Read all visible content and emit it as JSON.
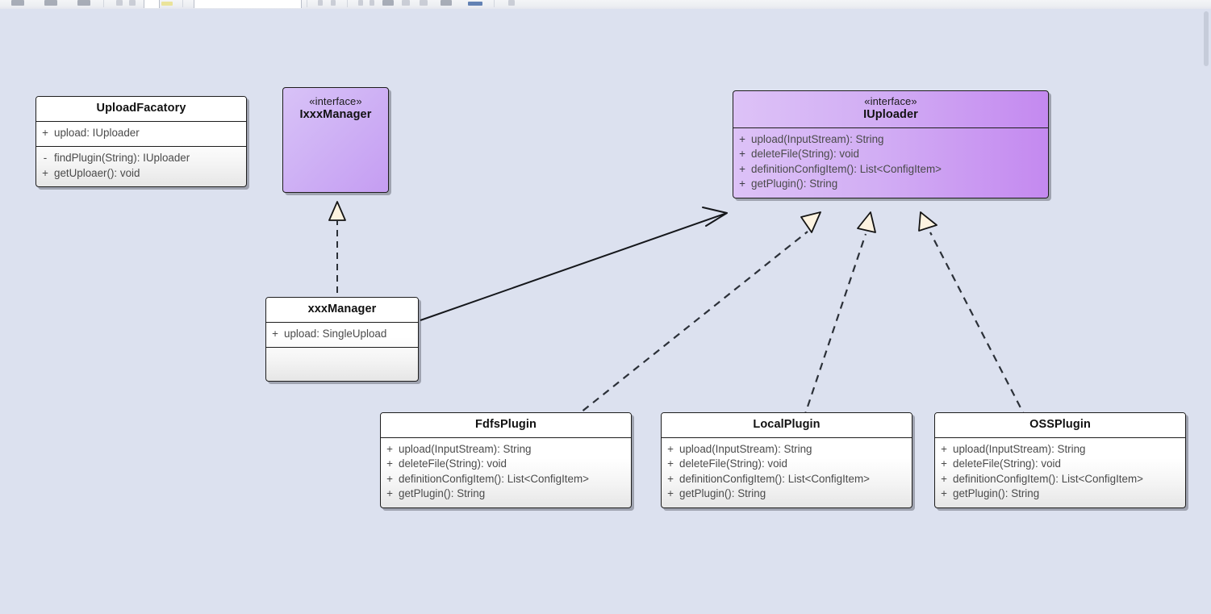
{
  "toolbar": {
    "present": true,
    "description": "cut-off-application-toolbar"
  },
  "canvas": {
    "background_color": "#dce1ef"
  },
  "diagram": {
    "type": "uml-class-diagram",
    "colors": {
      "interface_fill_light": "#ddc2f7",
      "interface_fill_dark": "#c489f0",
      "class_fill": "#ffffff",
      "border": "#1d1d1d",
      "arrowhead_fill": "#fdf3e0",
      "background": "#dce1ef"
    },
    "classes": [
      {
        "id": "uploadfacatory",
        "name": "UploadFacatory",
        "stereotype": "",
        "attributes": [
          {
            "visibility": "+",
            "signature": "upload: IUploader"
          }
        ],
        "methods": [
          {
            "visibility": "-",
            "signature": "findPlugin(String): IUploader"
          },
          {
            "visibility": "+",
            "signature": "getUploaer(): void"
          }
        ]
      },
      {
        "id": "ixxxmanager",
        "name": "IxxxManager",
        "stereotype": "«interface»",
        "attributes": [],
        "methods": []
      },
      {
        "id": "iuploader",
        "name": "IUploader",
        "stereotype": "«interface»",
        "attributes": [],
        "methods": [
          {
            "visibility": "+",
            "signature": "upload(InputStream): String"
          },
          {
            "visibility": "+",
            "signature": "deleteFile(String): void"
          },
          {
            "visibility": "+",
            "signature": "definitionConfigItem(): List<ConfigItem>"
          },
          {
            "visibility": "+",
            "signature": "getPlugin(): String"
          }
        ]
      },
      {
        "id": "xxxmanager",
        "name": "xxxManager",
        "stereotype": "",
        "attributes": [
          {
            "visibility": "+",
            "signature": "upload: SingleUpload"
          }
        ],
        "methods": []
      },
      {
        "id": "fdfsplugin",
        "name": "FdfsPlugin",
        "stereotype": "",
        "attributes": [],
        "methods": [
          {
            "visibility": "+",
            "signature": "upload(InputStream): String"
          },
          {
            "visibility": "+",
            "signature": "deleteFile(String): void"
          },
          {
            "visibility": "+",
            "signature": "definitionConfigItem(): List<ConfigItem>"
          },
          {
            "visibility": "+",
            "signature": "getPlugin(): String"
          }
        ]
      },
      {
        "id": "localplugin",
        "name": "LocalPlugin",
        "stereotype": "",
        "attributes": [],
        "methods": [
          {
            "visibility": "+",
            "signature": "upload(InputStream): String"
          },
          {
            "visibility": "+",
            "signature": "deleteFile(String): void"
          },
          {
            "visibility": "+",
            "signature": "definitionConfigItem(): List<ConfigItem>"
          },
          {
            "visibility": "+",
            "signature": "getPlugin(): String"
          }
        ]
      },
      {
        "id": "ossplugin",
        "name": "OSSPlugin",
        "stereotype": "",
        "attributes": [],
        "methods": [
          {
            "visibility": "+",
            "signature": "upload(InputStream): String"
          },
          {
            "visibility": "+",
            "signature": "deleteFile(String): void"
          },
          {
            "visibility": "+",
            "signature": "definitionConfigItem(): List<ConfigItem>"
          },
          {
            "visibility": "+",
            "signature": "getPlugin(): String"
          }
        ]
      }
    ],
    "relations": [
      {
        "id": "rel-xxxmanager-ixxxmanager",
        "from": "xxxManager",
        "to": "IxxxManager",
        "kind": "realization",
        "style": "dashed",
        "arrow": "hollow-triangle"
      },
      {
        "id": "rel-xxxmanager-iuploader",
        "from": "xxxManager",
        "to": "IUploader",
        "kind": "association",
        "style": "solid",
        "arrow": "open-arrow"
      },
      {
        "id": "rel-fdfsplugin-iuploader",
        "from": "FdfsPlugin",
        "to": "IUploader",
        "kind": "realization",
        "style": "dashed",
        "arrow": "hollow-triangle"
      },
      {
        "id": "rel-localplugin-iuploader",
        "from": "LocalPlugin",
        "to": "IUploader",
        "kind": "realization",
        "style": "dashed",
        "arrow": "hollow-triangle"
      },
      {
        "id": "rel-ossplugin-iuploader",
        "from": "OSSPlugin",
        "to": "IUploader",
        "kind": "realization",
        "style": "dashed",
        "arrow": "hollow-triangle"
      }
    ]
  }
}
